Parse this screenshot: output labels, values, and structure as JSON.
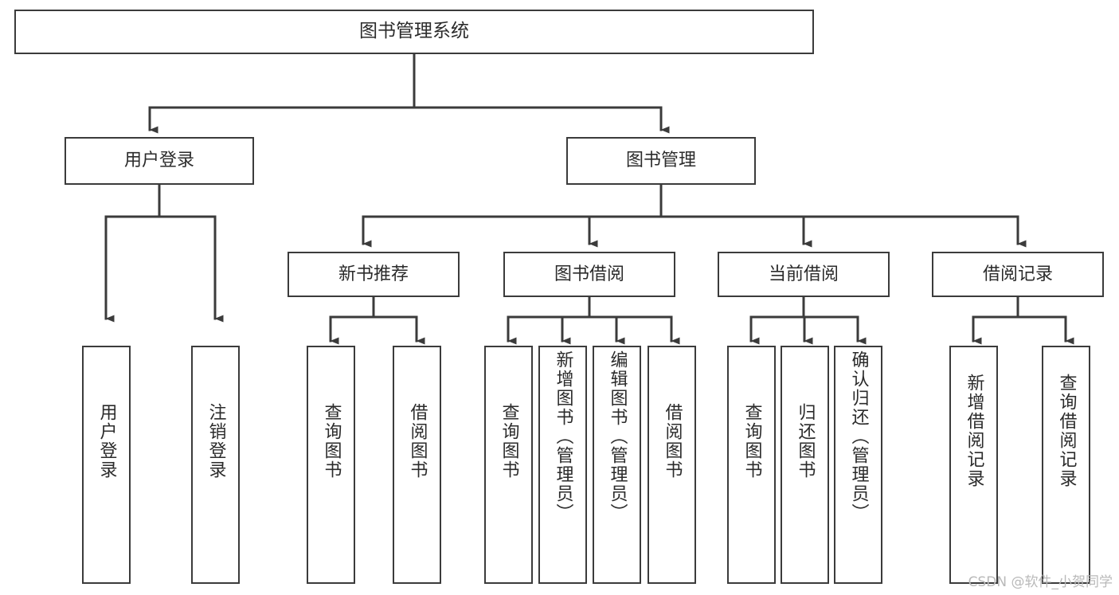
{
  "diagram": {
    "type": "tree",
    "title": "图书管理系统",
    "watermark": "CSDN @软件_小贺同学",
    "colors": {
      "node_border": "#3b3b3b",
      "node_fill": "#ffffff",
      "connector": "#3b3b3b",
      "text": "#2b2b2b",
      "watermark": "#b9b9b9",
      "background": "#ffffff"
    },
    "nodes": {
      "root": {
        "label": "图书管理系统"
      },
      "level1": [
        {
          "id": "user-login",
          "label": "用户登录"
        },
        {
          "id": "book-management",
          "label": "图书管理"
        }
      ],
      "level2": [
        {
          "id": "new-book-recommend",
          "label": "新书推荐"
        },
        {
          "id": "book-borrow",
          "label": "图书借阅"
        },
        {
          "id": "current-borrow",
          "label": "当前借阅"
        },
        {
          "id": "borrow-record",
          "label": "借阅记录"
        }
      ],
      "leaves": {
        "user-login": [
          {
            "id": "leaf-user-login",
            "label": "用户登录"
          },
          {
            "id": "leaf-logout",
            "label": "注销登录"
          }
        ],
        "new-book-recommend": [
          {
            "id": "leaf-query-book-1",
            "label": "查询图书"
          },
          {
            "id": "leaf-borrow-book-1",
            "label": "借阅图书"
          }
        ],
        "book-borrow": [
          {
            "id": "leaf-query-book-2",
            "label": "查询图书"
          },
          {
            "id": "leaf-add-book",
            "label": "新增图书（管理员）"
          },
          {
            "id": "leaf-edit-book",
            "label": "编辑图书（管理员）"
          },
          {
            "id": "leaf-borrow-book-2",
            "label": "借阅图书"
          }
        ],
        "current-borrow": [
          {
            "id": "leaf-query-book-3",
            "label": "查询图书"
          },
          {
            "id": "leaf-return-book",
            "label": "归还图书"
          },
          {
            "id": "leaf-confirm-return",
            "label": "确认归还（管理员）"
          }
        ],
        "borrow-record": [
          {
            "id": "leaf-add-record",
            "label": "新增借阅记录"
          },
          {
            "id": "leaf-query-record",
            "label": "查询借阅记录"
          }
        ]
      }
    }
  }
}
